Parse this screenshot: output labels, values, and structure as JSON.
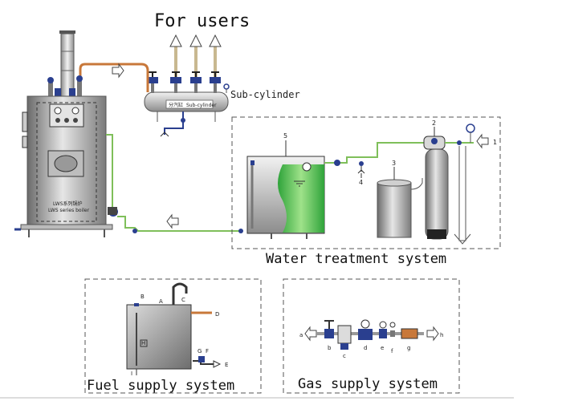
{
  "titles": {
    "for_users": "For users",
    "sub_cylinder": "Sub-cylinder",
    "water_treatment": "Water treatment system",
    "fuel_supply": "Fuel supply system",
    "gas_supply": "Gas supply system"
  },
  "boiler": {
    "label_cn": "LWS系列锅炉",
    "label_en": "LWS series boiler"
  },
  "sub_cylinder_plate": {
    "cn": "分汽缸",
    "en": "Sub-cylinder"
  },
  "water_numbers": [
    "1",
    "2",
    "3",
    "4",
    "5"
  ],
  "fuel_letters": {
    "A": "A",
    "B": "B",
    "C": "C",
    "D": "D",
    "E": "E",
    "F": "F",
    "G": "G",
    "H": "H",
    "I": "I"
  },
  "gas_letters": {
    "a": "a",
    "b": "b",
    "c": "c",
    "d": "d",
    "e": "e",
    "f": "f",
    "g": "g",
    "h": "h"
  },
  "colors": {
    "pipe_green": "#7fbf5a",
    "pipe_orange": "#c8783a",
    "water_green": "#4cc24a",
    "valve_blue": "#2a3f8f",
    "metal_dark": "#6f6f6f",
    "metal_light": "#d9d9d9"
  }
}
